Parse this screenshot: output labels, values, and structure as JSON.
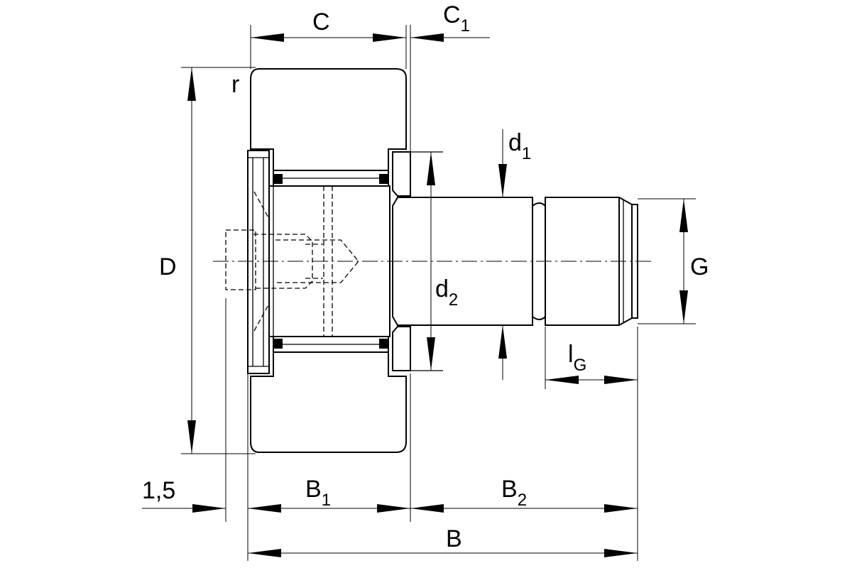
{
  "labels": {
    "C": "C",
    "C1_main": "C",
    "C1_sub": "1",
    "r": "r",
    "D": "D",
    "d1_main": "d",
    "d1_sub": "1",
    "d2_main": "d",
    "d2_sub": "2",
    "G": "G",
    "lG_main": "l",
    "lG_sub": "G",
    "dim_1_5": "1,5",
    "B1_main": "B",
    "B1_sub": "1",
    "B2_main": "B",
    "B2_sub": "2",
    "B": "B"
  }
}
